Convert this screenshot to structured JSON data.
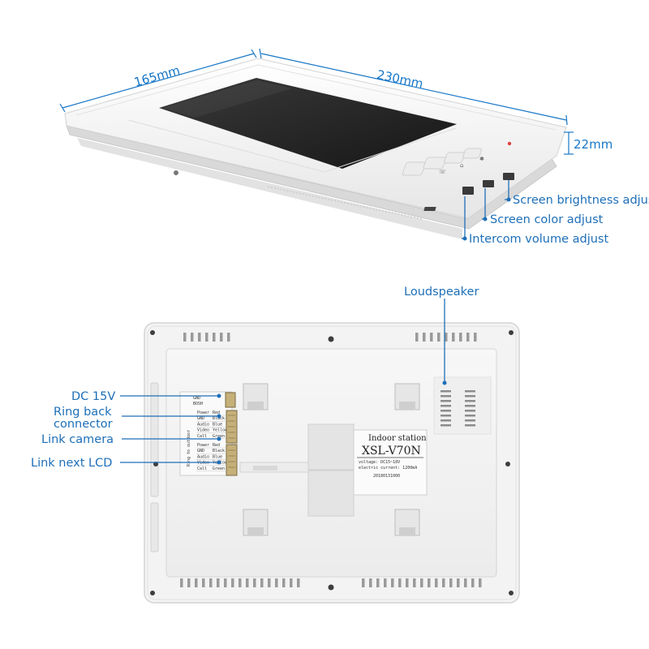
{
  "dimensions": {
    "depth": "165mm",
    "width": "230mm",
    "height": "22mm"
  },
  "front_callouts": {
    "brightness": "Screen brightness adjust",
    "color": "Screen color adjust",
    "volume": "Intercom volume adjust"
  },
  "back_callouts": {
    "loudspeaker": "Loudspeaker",
    "dc": "DC 15V",
    "ring_back_1": "Ring back",
    "ring_back_2": "connector",
    "link_camera": "Link camera",
    "link_lcd": "Link next LCD"
  },
  "sticker": {
    "title": "Indoor station",
    "model": "XSL-V70N",
    "voltage": "voltage: DC15~18V",
    "current": "electric current: 1200mA",
    "serial": "20180131000"
  },
  "terminal_labels": {
    "top": [
      "GND",
      "BOSH"
    ],
    "vertical": "Ring to outdoor",
    "group1": [
      [
        "Power",
        "Red"
      ],
      [
        "GND",
        "Black"
      ],
      [
        "Audio",
        "Blue"
      ],
      [
        "Video",
        "Yellow"
      ],
      [
        "Call",
        "Green"
      ]
    ],
    "group2": [
      [
        "Power",
        "Red"
      ],
      [
        "GND",
        "Black"
      ],
      [
        "Audio",
        "Blue"
      ],
      [
        "Video",
        "Yellow"
      ],
      [
        "Call",
        "Green"
      ]
    ]
  },
  "colors": {
    "accent": "#1e6fb8",
    "device_body": "#f4f4f4",
    "screen": "#2a2a2a"
  }
}
